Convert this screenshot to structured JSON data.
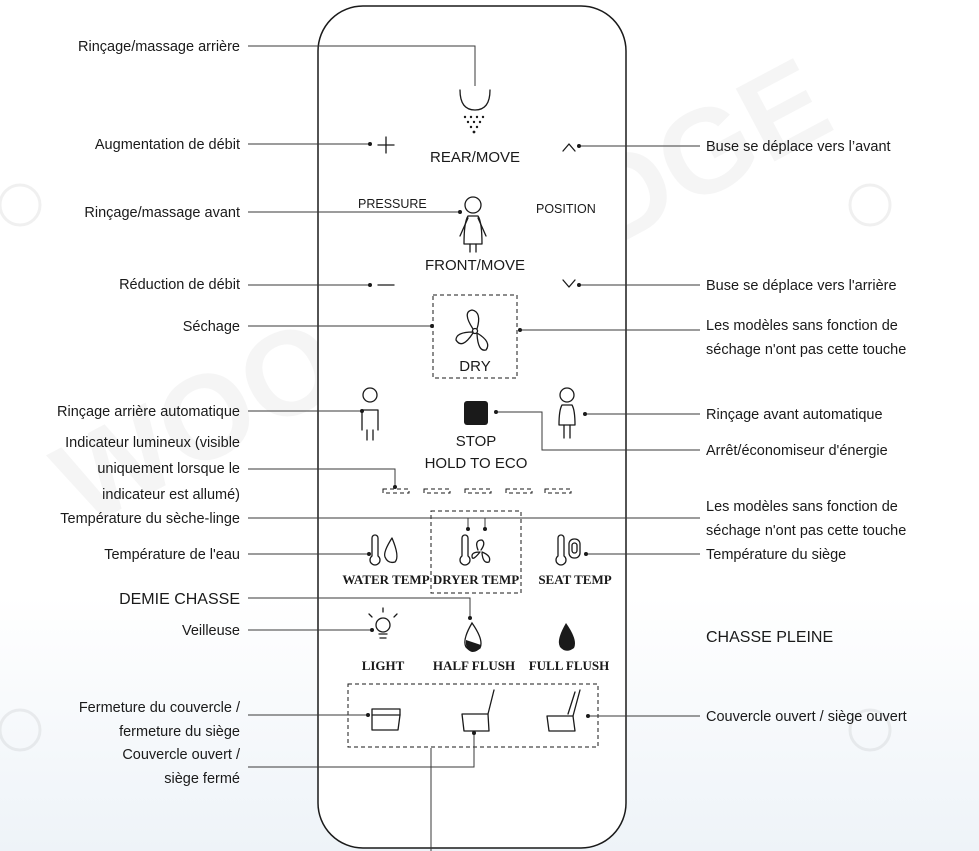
{
  "watermark": "WOODBRIDGE",
  "remote": {
    "rear_move": "REAR/MOVE",
    "pressure": "PRESSURE",
    "position": "POSITION",
    "front_move": "FRONT/MOVE",
    "dry": "DRY",
    "stop": "STOP",
    "hold_to_eco": "HOLD TO ECO",
    "water_temp": "WATER TEMP",
    "dryer_temp": "DRYER TEMP",
    "seat_temp": "SEAT TEMP",
    "light": "LIGHT",
    "half_flush": "HALF FLUSH",
    "full_flush": "FULL FLUSH"
  },
  "callouts_left": {
    "rear_wash": "Rinçage/massage arrière",
    "pressure_up": "Augmentation de débit",
    "front_wash": "Rinçage/massage avant",
    "pressure_down": "Réduction de débit",
    "drying": "Séchage",
    "auto_rear_wash": "Rinçage arrière automatique",
    "indicator_l1": "Indicateur lumineux (visible",
    "indicator_l2": "uniquement lorsque le",
    "indicator_l3": "indicateur est allumé)",
    "dryer_temperature": "Température du sèche-linge",
    "water_temperature": "Température de l'eau",
    "half_flush": "DEMIE CHASSE",
    "night_light": "Veilleuse",
    "close_lid_l1": "Fermeture du couvercle /",
    "close_lid_l2": "fermeture du siège",
    "lid_open_seat_closed_l1": "Couvercle ouvert /",
    "lid_open_seat_closed_l2": "siège fermé"
  },
  "callouts_right": {
    "nozzle_forward": "Buse se déplace vers l’avant",
    "nozzle_backward": "Buse se déplace vers l'arrière",
    "no_dry_note_1_l1": "Les modèles sans fonction de",
    "no_dry_note_1_l2": "séchage n'ont pas cette touche",
    "auto_front_wash": "Rinçage avant automatique",
    "stop_eco": "Arrêt/économiseur d'énergie",
    "no_dry_note_2_l1": "Les modèles sans fonction de",
    "no_dry_note_2_l2": "séchage n'ont pas cette touche",
    "seat_temperature": "Température du siège",
    "full_flush": "CHASSE PLEINE",
    "lid_seat_open": "Couvercle ouvert / siège ouvert"
  }
}
